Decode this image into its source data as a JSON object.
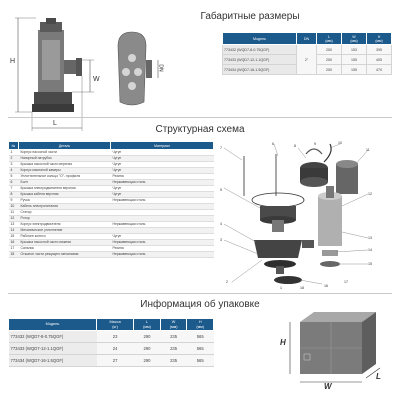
{
  "sections": {
    "dimensions_title": "Габаритные размеры",
    "schematic_title": "Структурная схема",
    "packaging_title": "Информация об упаковке"
  },
  "dimensions_drawing": {
    "h_label": "H",
    "w_label": "W",
    "l_label": "L",
    "dn_label": "DN"
  },
  "dimensions_table": {
    "headers": [
      "Модель",
      "DN",
      "L\n(мм)",
      "W\n(мм)",
      "H\n(мм)"
    ],
    "dn_value": "2\"",
    "rows": [
      {
        "model": "773432 (WQD7-8-0.75QGF)",
        "l": "250",
        "w": "153",
        "h": "395"
      },
      {
        "model": "773433 (WQD7-12-1.1QGF)",
        "l": "250",
        "w": "155",
        "h": "405"
      },
      {
        "model": "773434 (WQD7-16-1.5QGF)",
        "l": "250",
        "w": "155",
        "h": "470"
      }
    ]
  },
  "parts_table": {
    "headers": [
      "№",
      "Деталь",
      "Материал"
    ],
    "rows": [
      {
        "num": "1",
        "name": "Корпус насосной части",
        "material": "Чугун"
      },
      {
        "num": "2",
        "name": "Напорный патрубок",
        "material": "Чугун"
      },
      {
        "num": "3",
        "name": "Крышка насосной части верхняя",
        "material": "Чугун"
      },
      {
        "num": "4",
        "name": "Корпус масляной камеры",
        "material": "Чугун"
      },
      {
        "num": "5",
        "name": "Уплотнительное кольцо \"O\"- профиля",
        "material": "Резина"
      },
      {
        "num": "6",
        "name": "Болт",
        "material": "Нержавеющая сталь"
      },
      {
        "num": "7",
        "name": "Крышка электродвигателя верхняя",
        "material": "Чугун"
      },
      {
        "num": "8",
        "name": "Крышка кабеля верхняя",
        "material": "Чугун"
      },
      {
        "num": "9",
        "name": "Ручка",
        "material": "Нержавеющая сталь"
      },
      {
        "num": "10",
        "name": "Кабель электропитания",
        "material": ""
      },
      {
        "num": "11",
        "name": "Статор",
        "material": ""
      },
      {
        "num": "12",
        "name": "Ротор",
        "material": ""
      },
      {
        "num": "13",
        "name": "Корпус электродвигателя",
        "material": "Нержавеющая сталь"
      },
      {
        "num": "14",
        "name": "Механическое уплотнение",
        "material": ""
      },
      {
        "num": "15",
        "name": "Рабочее колесо",
        "material": "Чугун"
      },
      {
        "num": "16",
        "name": "Крышка насосной части нижняя",
        "material": "Нержавеющая сталь"
      },
      {
        "num": "17",
        "name": "Сальник",
        "material": "Резина"
      },
      {
        "num": "18",
        "name": "Отжатое части режущего механизма",
        "material": "Нержавеющая сталь"
      }
    ]
  },
  "callouts": [
    "1",
    "2",
    "3",
    "4",
    "5",
    "6",
    "7",
    "8",
    "9",
    "10",
    "11",
    "12",
    "13",
    "14",
    "15",
    "16",
    "17",
    "18"
  ],
  "packaging_table": {
    "headers": [
      "Модель",
      "Масса\n(кг)",
      "L\n(мм)",
      "W\n(мм)",
      "H\n(мм)"
    ],
    "rows": [
      {
        "model": "773432 (WQD7-8-0.75QGF)",
        "mass": "23",
        "l": "290",
        "w": "235",
        "h": "565"
      },
      {
        "model": "773433 (WQD7-12-1.1QGF)",
        "mass": "24",
        "l": "290",
        "w": "235",
        "h": "565"
      },
      {
        "model": "773434 (WQD7-16-1.5QGF)",
        "mass": "27",
        "l": "290",
        "w": "235",
        "h": "565"
      }
    ]
  },
  "box_labels": {
    "h": "H",
    "w": "W",
    "l": "L"
  },
  "colors": {
    "header_blue": "#1d5a8c",
    "pump_grey": "#6f6f6f",
    "pump_dark": "#3a3a3a",
    "box_grey": "#7b7b7b"
  }
}
